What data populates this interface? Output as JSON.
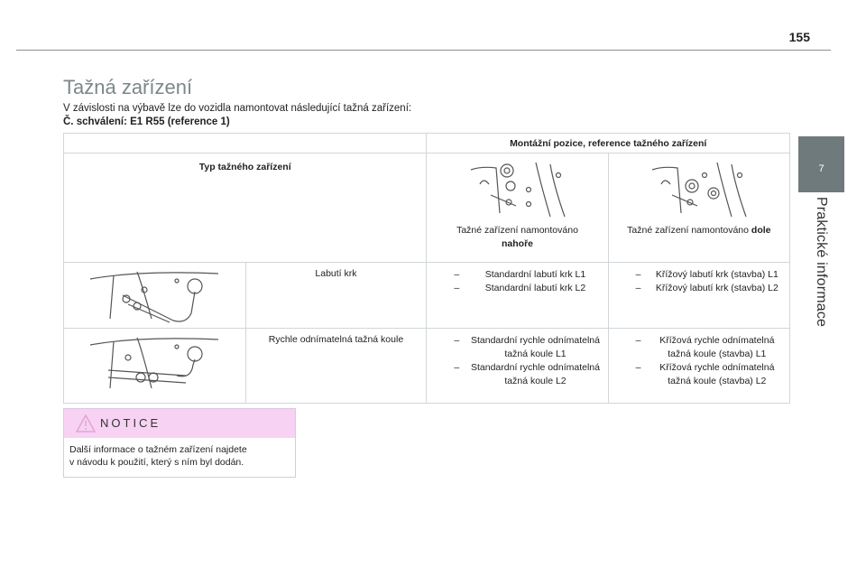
{
  "page_number": "155",
  "side_tab": {
    "number": "7",
    "label": "Praktické informace"
  },
  "title": "Tažná zařízení",
  "intro": {
    "line1": "V závislosti na výbavě lze do vozidla namontovat následující tažná zařízení:",
    "line2": "Č. schválení: E1 R55 (reference 1)"
  },
  "table": {
    "heading": "Montážní pozice, reference tažného zařízení",
    "type_header": "Typ tažného zařízení",
    "positions": [
      {
        "caption_plain": "Tažné zařízení namontováno",
        "caption_bold": "nahoře",
        "icon": "upper-mount-diagram-icon"
      },
      {
        "caption_plain": "Tažné zařízení namontováno",
        "caption_bold": "dole",
        "icon": "lower-mount-diagram-icon"
      }
    ],
    "rows": [
      {
        "name": "Labutí krk",
        "icon": "swan-neck-hitch-icon",
        "upper": [
          "Standardní labutí krk L1",
          "Standardní labutí krk L2"
        ],
        "lower": [
          "Křížový labutí krk (stavba) L1",
          "Křížový labutí krk (stavba) L2"
        ]
      },
      {
        "name": "Rychle odnímatelná tažná koule",
        "icon": "detachable-tow-ball-icon",
        "upper": [
          "Standardní rychle odnímatelná tažná koule L1",
          "Standardní rychle odnímatelná tažná koule L2"
        ],
        "lower": [
          "Křížová rychle odnímatelná tažná koule (stavba) L1",
          "Křížová rychle odnímatelná tažná koule (stavba) L2"
        ]
      }
    ],
    "dash": "–"
  },
  "notice": {
    "title": "NOTICE",
    "text_line1": "Další informace o tažném zařízení najdete",
    "text_line2": "v návodu k použití, který s ním byl dodán.",
    "icon": "warning-triangle-icon",
    "colors": {
      "header_bg": "#f7d2f3",
      "icon": "#e2a5d6"
    }
  },
  "colors": {
    "title": "#7c878a",
    "side_tab": "#6e7a7c"
  }
}
